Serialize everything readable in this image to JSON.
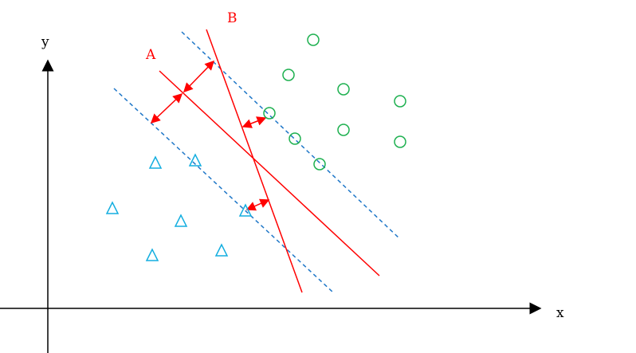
{
  "labels": {
    "x_axis": "x",
    "y_axis": "y",
    "line_a": "A",
    "line_b": "B"
  },
  "colors": {
    "hyperplane": "#ff0000",
    "margin": "#1f77c8",
    "circle_class": "#1db04f",
    "triangle_class": "#14aee0",
    "axis": "#000000"
  }
}
